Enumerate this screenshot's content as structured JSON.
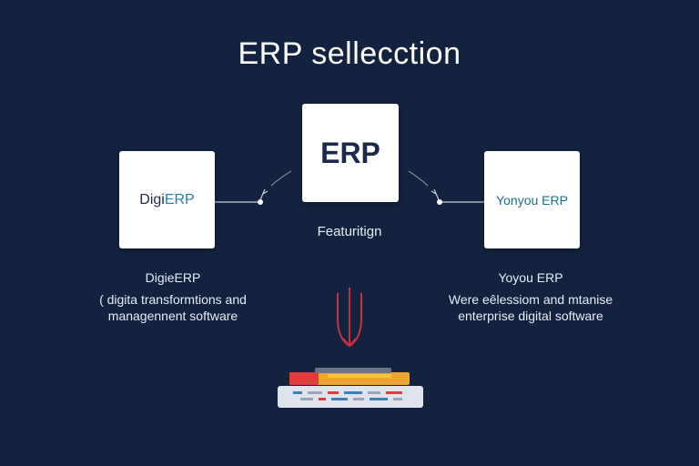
{
  "title": "ERP sellecction",
  "center_card": {
    "label": "ERP"
  },
  "left_card": {
    "label_main": "Digi",
    "label_accent": "ERP"
  },
  "right_card": {
    "label": "Yonyou ERP"
  },
  "feature_label": "Featuritign",
  "left_column": {
    "title": "DigieERP",
    "desc": [
      "( digita transformtions and",
      "managennent software"
    ]
  },
  "right_column": {
    "title": "Yoyou ERP",
    "desc": [
      "Were eêlessiom and mtanise",
      "enterprise digital software"
    ]
  },
  "colors": {
    "background": "#13223f",
    "arrow": "#c9323a",
    "bar_red": "#e23b3b",
    "bar_orange": "#f0a531",
    "bar_yellow": "#f6c445",
    "tray": "#dfe4ec"
  },
  "icons": [
    "arrow-down-icon",
    "layer-stack-icon"
  ]
}
